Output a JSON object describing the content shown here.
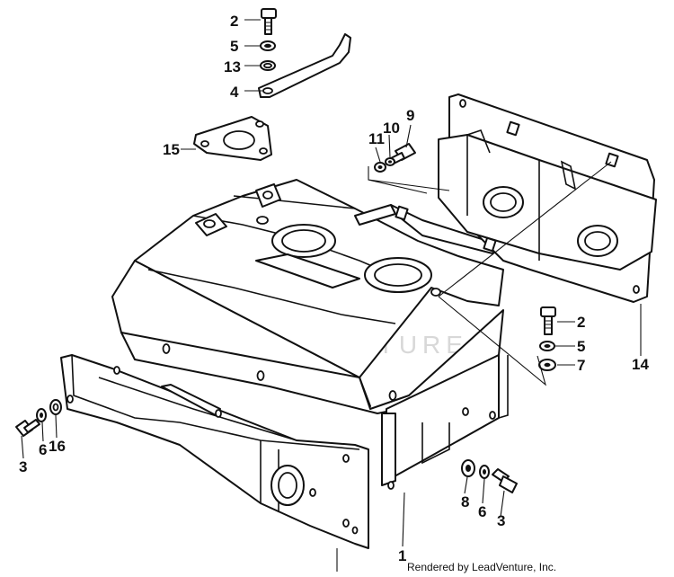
{
  "diagram": {
    "callouts": [
      {
        "id": "c-2-top",
        "label": "2"
      },
      {
        "id": "c-5-top",
        "label": "5"
      },
      {
        "id": "c-13",
        "label": "13"
      },
      {
        "id": "c-4",
        "label": "4"
      },
      {
        "id": "c-15",
        "label": "15"
      },
      {
        "id": "c-11",
        "label": "11"
      },
      {
        "id": "c-10",
        "label": "10"
      },
      {
        "id": "c-9",
        "label": "9"
      },
      {
        "id": "c-2-right",
        "label": "2"
      },
      {
        "id": "c-5-right",
        "label": "5"
      },
      {
        "id": "c-7",
        "label": "7"
      },
      {
        "id": "c-14",
        "label": "14"
      },
      {
        "id": "c-3-left",
        "label": "3"
      },
      {
        "id": "c-6-left",
        "label": "6"
      },
      {
        "id": "c-16",
        "label": "16"
      },
      {
        "id": "c-8",
        "label": "8"
      },
      {
        "id": "c-6-bottom",
        "label": "6"
      },
      {
        "id": "c-3-bottom",
        "label": "3"
      },
      {
        "id": "c-1",
        "label": "1"
      }
    ],
    "watermark": "LEADVENTURE",
    "credit": "Rendered by LeadVenture, Inc."
  }
}
